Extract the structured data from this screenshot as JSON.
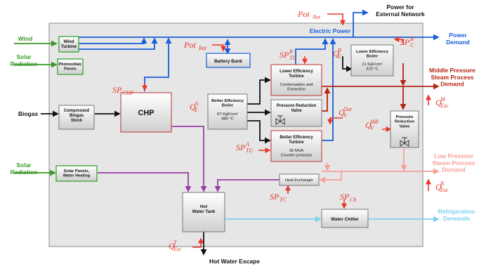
{
  "colors": {
    "electric": "#1a5fd8",
    "setpoint": "#e8382a",
    "steam_mid": "#b32514",
    "steam_low": "#f5a09a",
    "hot_water": "#9b3da6",
    "refrigeration": "#7fd0ec",
    "renewable": "#3a9a2a",
    "black": "#111111",
    "panel": "#e6e6e6",
    "box_stroke_red": "#c0504d",
    "box_stroke_green": "#2aa02a"
  },
  "external": {
    "power_external": "Power for\nExternal Network",
    "electric_power": "Electric Power",
    "power_demand": "Power\nDemand",
    "wind": "Wind",
    "solar_radiation_1": "Solar\nRadiation",
    "biogas": "Biogas",
    "solar_radiation_2": "Solar\nRadiation",
    "mid_pressure_demand": "Middle Pressure\nSteam Process\nDemand",
    "low_pressure_demand": "Low Pressure\nSteam Process\nDemand",
    "refrigeration_demands": "Refrigeration\nDemands",
    "hot_water_escape": "Hot Water Escape"
  },
  "boxes": {
    "wind_turbine": "Wind\nTurbine",
    "pv_panels": "Photovoltaic\nPanels",
    "battery_bank": "Battery Bank",
    "biogas_stock": "Compressed\nBiogas\nStock",
    "chp": "CHP",
    "better_boiler_title": "Better Efficiency\nBoiler",
    "better_boiler_spec": "67 KgF/cm²\n480 °C",
    "lower_turbine_title": "Lower Efficiency\nTurbine",
    "lower_turbine_spec": "Condensation and\nExtraction",
    "prv1": "Pressure Reduction\nValve",
    "better_turbine_title": "Better Efficiency\nTurbine",
    "better_turbine_spec": "30 MVA\nCounter pression",
    "lower_boiler_title": "Lower Efficiency\nBoiler",
    "lower_boiler_spec": "21 KgF/cm²\n310 °C",
    "prv2": "Pressure\nReduction\nValve",
    "solar_water": "Solar Panels,\nWater Heating",
    "heat_exchanger": "Heat Exchanger",
    "hot_water_tank": "Hot\nWater Tank",
    "water_chiller": "Water Chiller"
  },
  "symbols": {
    "pot_net": {
      "base": "Pot",
      "sub": "Net",
      "sup": ""
    },
    "pot_bat": {
      "base": "Pot",
      "sub": "Bat",
      "sup": ""
    },
    "sp_chp": {
      "base": "SP",
      "sub": "CHP",
      "sup": ""
    },
    "q_e_a": {
      "base": "Q",
      "sub": "E",
      "sup": "A"
    },
    "sp_tu_b": {
      "base": "SP",
      "sub": "TU",
      "sup": "B"
    },
    "q_e_b": {
      "base": "Q",
      "sub": "E",
      "sup": "B"
    },
    "sp_c_b": {
      "base": "SP",
      "sub": "C",
      "sup": "B"
    },
    "q_esc_m": {
      "base": "Q",
      "sub": "Esc",
      "sup": "M"
    },
    "q_v_out": {
      "base": "Q",
      "sub": "V",
      "sup": "Out"
    },
    "q_v_mb": {
      "base": "Q",
      "sub": "V",
      "sup": "MB"
    },
    "sp_tu_a": {
      "base": "SP",
      "sub": "TU",
      "sup": "A"
    },
    "q_esc_b": {
      "base": "Q",
      "sub": "Esc",
      "sup": "B"
    },
    "sp_tc": {
      "base": "SP",
      "sub": "TC",
      "sup": ""
    },
    "sp_ch": {
      "base": "SP",
      "sub": "Ch",
      "sup": ""
    },
    "q_esc_t": {
      "base": "Q",
      "sub": "Esc",
      "sup": "T"
    }
  }
}
